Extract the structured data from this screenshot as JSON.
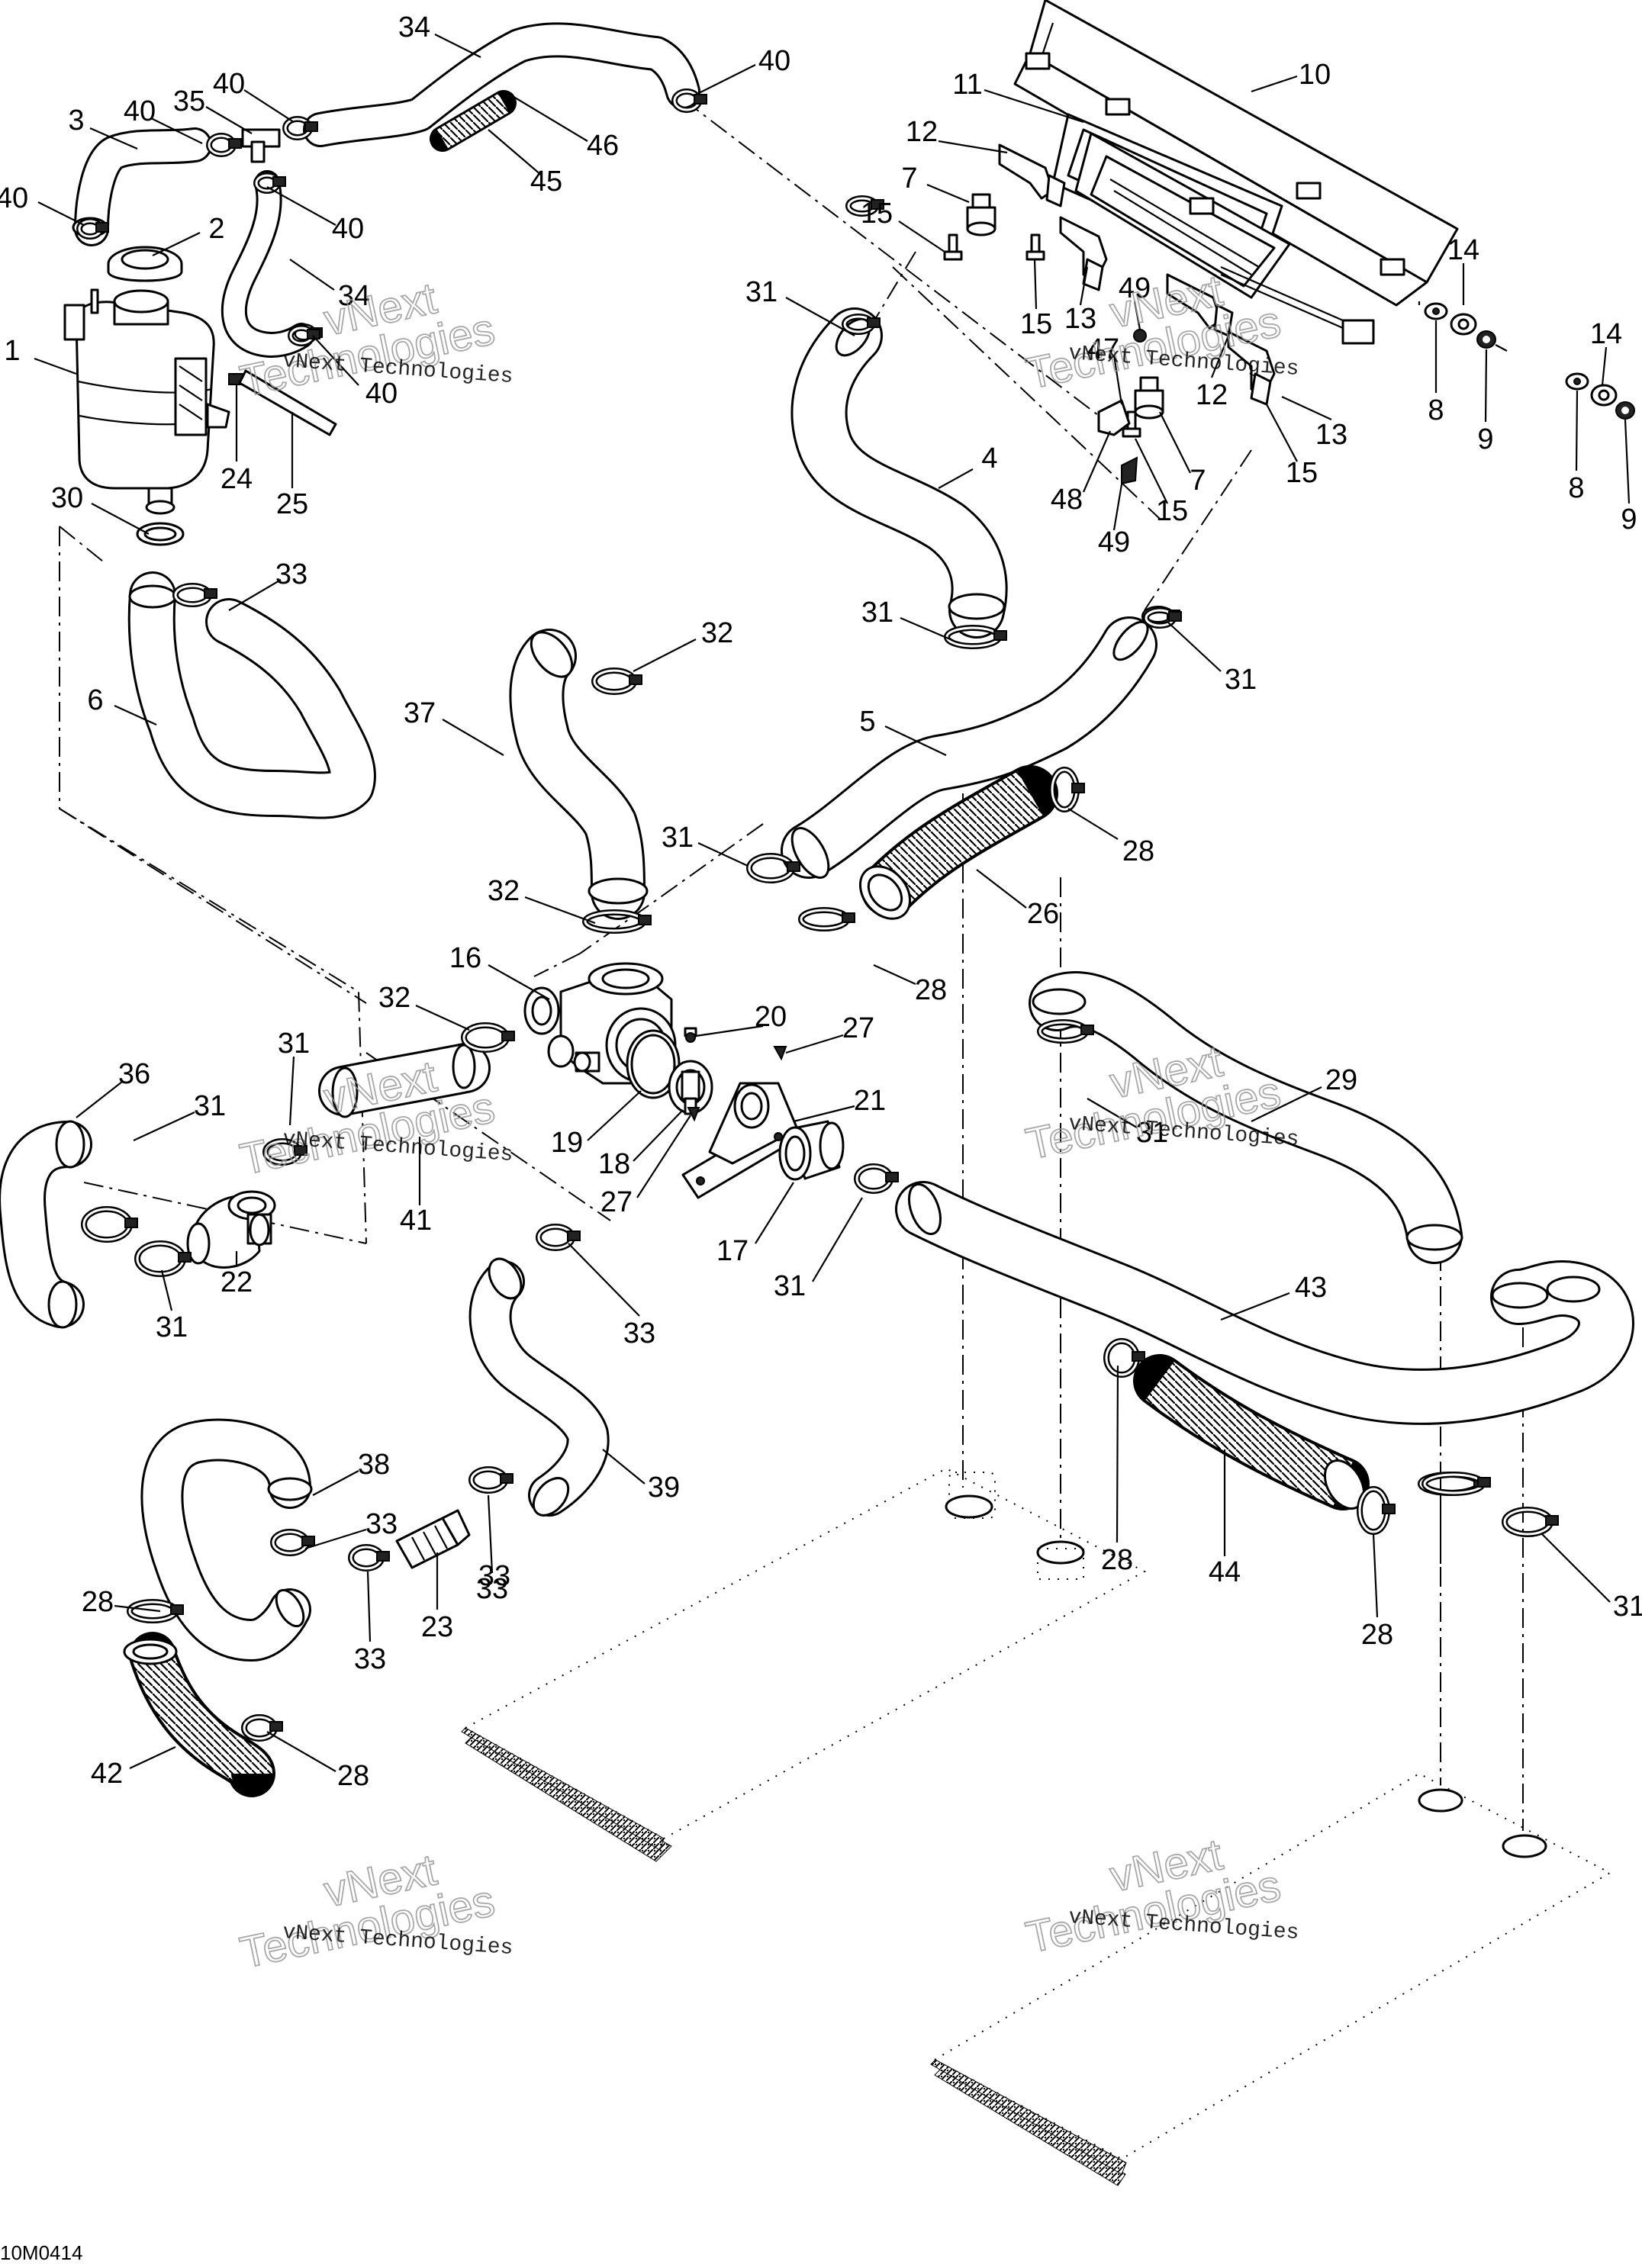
{
  "diagram_code": "10M0414",
  "watermark": {
    "line1": "vNext Technologies",
    "line2": "vNext",
    "line3": "Technologies"
  },
  "callouts": [
    {
      "id": "c-34a",
      "text": "34"
    },
    {
      "id": "c-40a",
      "text": "40"
    },
    {
      "id": "c-10",
      "text": "10"
    },
    {
      "id": "c-11",
      "text": "11"
    },
    {
      "id": "c-3",
      "text": "3"
    },
    {
      "id": "c-40b",
      "text": "40"
    },
    {
      "id": "c-35",
      "text": "35"
    },
    {
      "id": "c-40c",
      "text": "40"
    },
    {
      "id": "c-46",
      "text": "46"
    },
    {
      "id": "c-45",
      "text": "45"
    },
    {
      "id": "c-40d",
      "text": "40"
    },
    {
      "id": "c-40e",
      "text": "40"
    },
    {
      "id": "c-2",
      "text": "2"
    },
    {
      "id": "c-34b",
      "text": "34"
    },
    {
      "id": "c-12a",
      "text": "12"
    },
    {
      "id": "c-7a",
      "text": "7"
    },
    {
      "id": "c-15a",
      "text": "15"
    },
    {
      "id": "c-14a",
      "text": "14"
    },
    {
      "id": "c-31a",
      "text": "31"
    },
    {
      "id": "c-15b",
      "text": "15"
    },
    {
      "id": "c-13a",
      "text": "13"
    },
    {
      "id": "c-49a",
      "text": "49"
    },
    {
      "id": "c-1",
      "text": "1"
    },
    {
      "id": "c-40f",
      "text": "40"
    },
    {
      "id": "c-47",
      "text": "47"
    },
    {
      "id": "c-12b",
      "text": "12"
    },
    {
      "id": "c-13b",
      "text": "13"
    },
    {
      "id": "c-8a",
      "text": "8"
    },
    {
      "id": "c-9a",
      "text": "9"
    },
    {
      "id": "c-14b",
      "text": "14"
    },
    {
      "id": "c-24",
      "text": "24"
    },
    {
      "id": "c-25",
      "text": "25"
    },
    {
      "id": "c-4",
      "text": "4"
    },
    {
      "id": "c-15c",
      "text": "15"
    },
    {
      "id": "c-7b",
      "text": "7"
    },
    {
      "id": "c-48",
      "text": "48"
    },
    {
      "id": "c-15d",
      "text": "15"
    },
    {
      "id": "c-8b",
      "text": "8"
    },
    {
      "id": "c-9b",
      "text": "9"
    },
    {
      "id": "c-30",
      "text": "30"
    },
    {
      "id": "c-49b",
      "text": "49"
    },
    {
      "id": "c-33a",
      "text": "33"
    },
    {
      "id": "c-31b",
      "text": "31"
    },
    {
      "id": "c-32a",
      "text": "32"
    },
    {
      "id": "c-31c",
      "text": "31"
    },
    {
      "id": "c-6",
      "text": "6"
    },
    {
      "id": "c-37",
      "text": "37"
    },
    {
      "id": "c-5",
      "text": "5"
    },
    {
      "id": "c-28a",
      "text": "28"
    },
    {
      "id": "c-31d",
      "text": "31"
    },
    {
      "id": "c-32b",
      "text": "32"
    },
    {
      "id": "c-26",
      "text": "26"
    },
    {
      "id": "c-16",
      "text": "16"
    },
    {
      "id": "c-28b",
      "text": "28"
    },
    {
      "id": "c-32c",
      "text": "32"
    },
    {
      "id": "c-20",
      "text": "20"
    },
    {
      "id": "c-27a",
      "text": "27"
    },
    {
      "id": "c-31e",
      "text": "31"
    },
    {
      "id": "c-36",
      "text": "36"
    },
    {
      "id": "c-29",
      "text": "29"
    },
    {
      "id": "c-21",
      "text": "21"
    },
    {
      "id": "c-31f",
      "text": "31"
    },
    {
      "id": "c-19",
      "text": "19"
    },
    {
      "id": "c-18",
      "text": "18"
    },
    {
      "id": "c-31g",
      "text": "31"
    },
    {
      "id": "c-27b",
      "text": "27"
    },
    {
      "id": "c-41",
      "text": "41"
    },
    {
      "id": "c-17",
      "text": "17"
    },
    {
      "id": "c-22",
      "text": "22"
    },
    {
      "id": "c-31h",
      "text": "31"
    },
    {
      "id": "c-43",
      "text": "43"
    },
    {
      "id": "c-31i",
      "text": "31"
    },
    {
      "id": "c-33b",
      "text": "33"
    },
    {
      "id": "c-38",
      "text": "38"
    },
    {
      "id": "c-39",
      "text": "39"
    },
    {
      "id": "c-33c",
      "text": "33"
    },
    {
      "id": "c-28c",
      "text": "28"
    },
    {
      "id": "c-44",
      "text": "44"
    },
    {
      "id": "c-33d",
      "text": "33"
    },
    {
      "id": "c-23",
      "text": "23"
    },
    {
      "id": "c-33e",
      "text": "33"
    },
    {
      "id": "c-28d",
      "text": "28"
    },
    {
      "id": "c-33f",
      "text": "33"
    },
    {
      "id": "c-28e",
      "text": "28"
    },
    {
      "id": "c-31j",
      "text": "31"
    },
    {
      "id": "c-42",
      "text": "42"
    },
    {
      "id": "c-28f",
      "text": "28"
    }
  ]
}
